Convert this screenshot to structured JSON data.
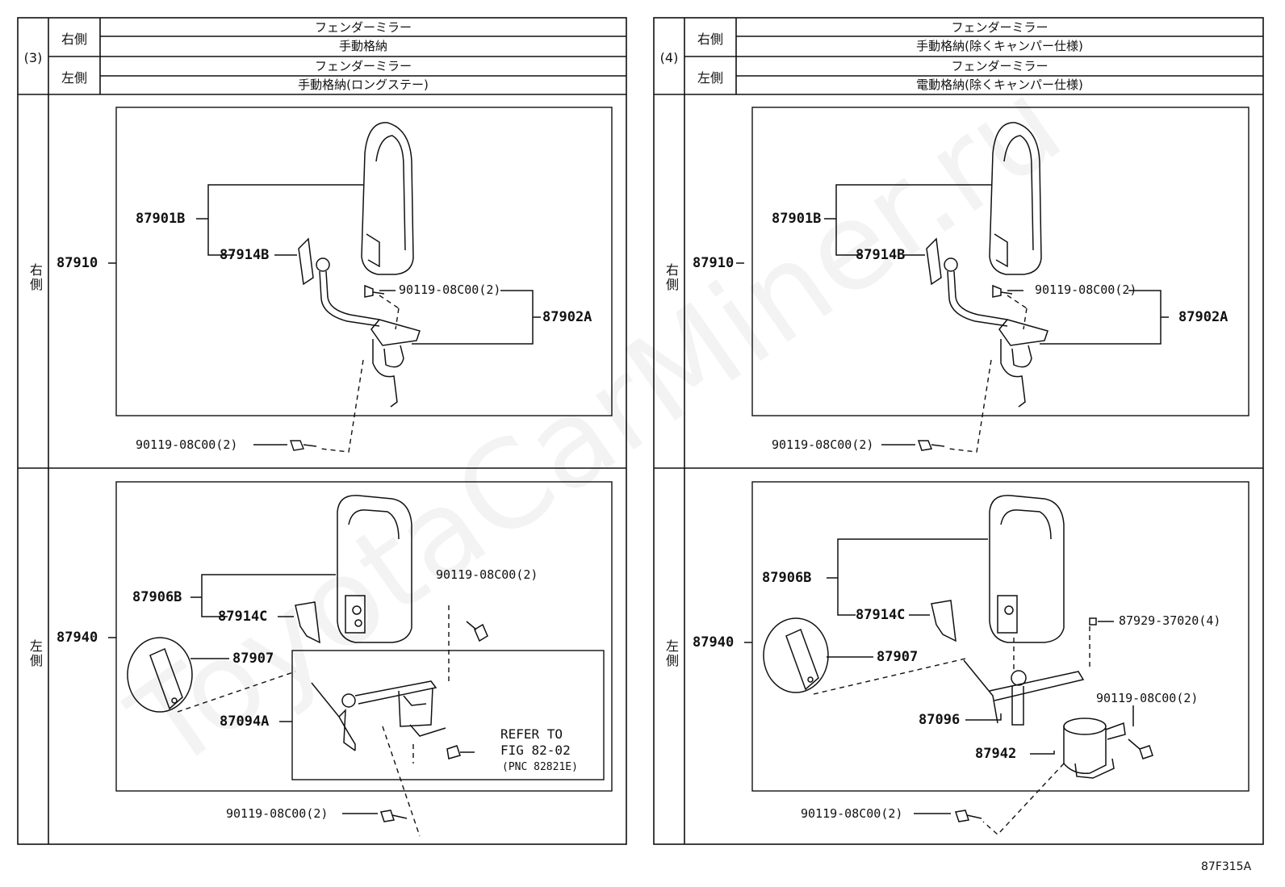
{
  "panels": [
    {
      "index": "(3)",
      "right_label": "右側",
      "left_label": "左側",
      "right_desc_1": "フェンダーミラー",
      "right_desc_2": "手動格納",
      "left_desc_1": "フェンダーミラー",
      "left_desc_2": "手動格納(ロングステー)",
      "row_right": "右側",
      "row_left": "左側",
      "parts_right": {
        "assembly": "87910",
        "mirror": "87901B",
        "cover": "87914B",
        "bolt_top": "90119-08C00(2)",
        "stay": "87902A",
        "bolt_bottom": "90119-08C00(2)"
      },
      "parts_left": {
        "assembly": "87940",
        "mirror": "87906B",
        "cover": "87914C",
        "bolt_top": "90119-08C00(2)",
        "sub_mirror": "87907",
        "stay": "87094A",
        "refer_1": "REFER TO",
        "refer_2": "FIG 82-02",
        "refer_3": "(PNC 82821E)",
        "bolt_bottom": "90119-08C00(2)"
      }
    },
    {
      "index": "(4)",
      "right_label": "右側",
      "left_label": "左側",
      "right_desc_1": "フェンダーミラー",
      "right_desc_2": "手動格納(除くキャンパー仕様)",
      "left_desc_1": "フェンダーミラー",
      "left_desc_2": "電動格納(除くキャンパー仕様)",
      "row_right": "右側",
      "row_left": "左側",
      "parts_right": {
        "assembly": "87910",
        "mirror": "87901B",
        "cover": "87914B",
        "bolt_top": "90119-08C00(2)",
        "stay": "87902A",
        "bolt_bottom": "90119-08C00(2)"
      },
      "parts_left": {
        "assembly": "87940",
        "mirror": "87906B",
        "cover": "87914C",
        "screw": "87929-37020(4)",
        "sub_mirror": "87907",
        "stay": "87096",
        "bolt_mid": "90119-08C00(2)",
        "motor": "87942",
        "bolt_bottom": "90119-08C00(2)"
      }
    }
  ],
  "figure_code": "87F315A",
  "watermark": "ToyotaCarMiner.ru"
}
